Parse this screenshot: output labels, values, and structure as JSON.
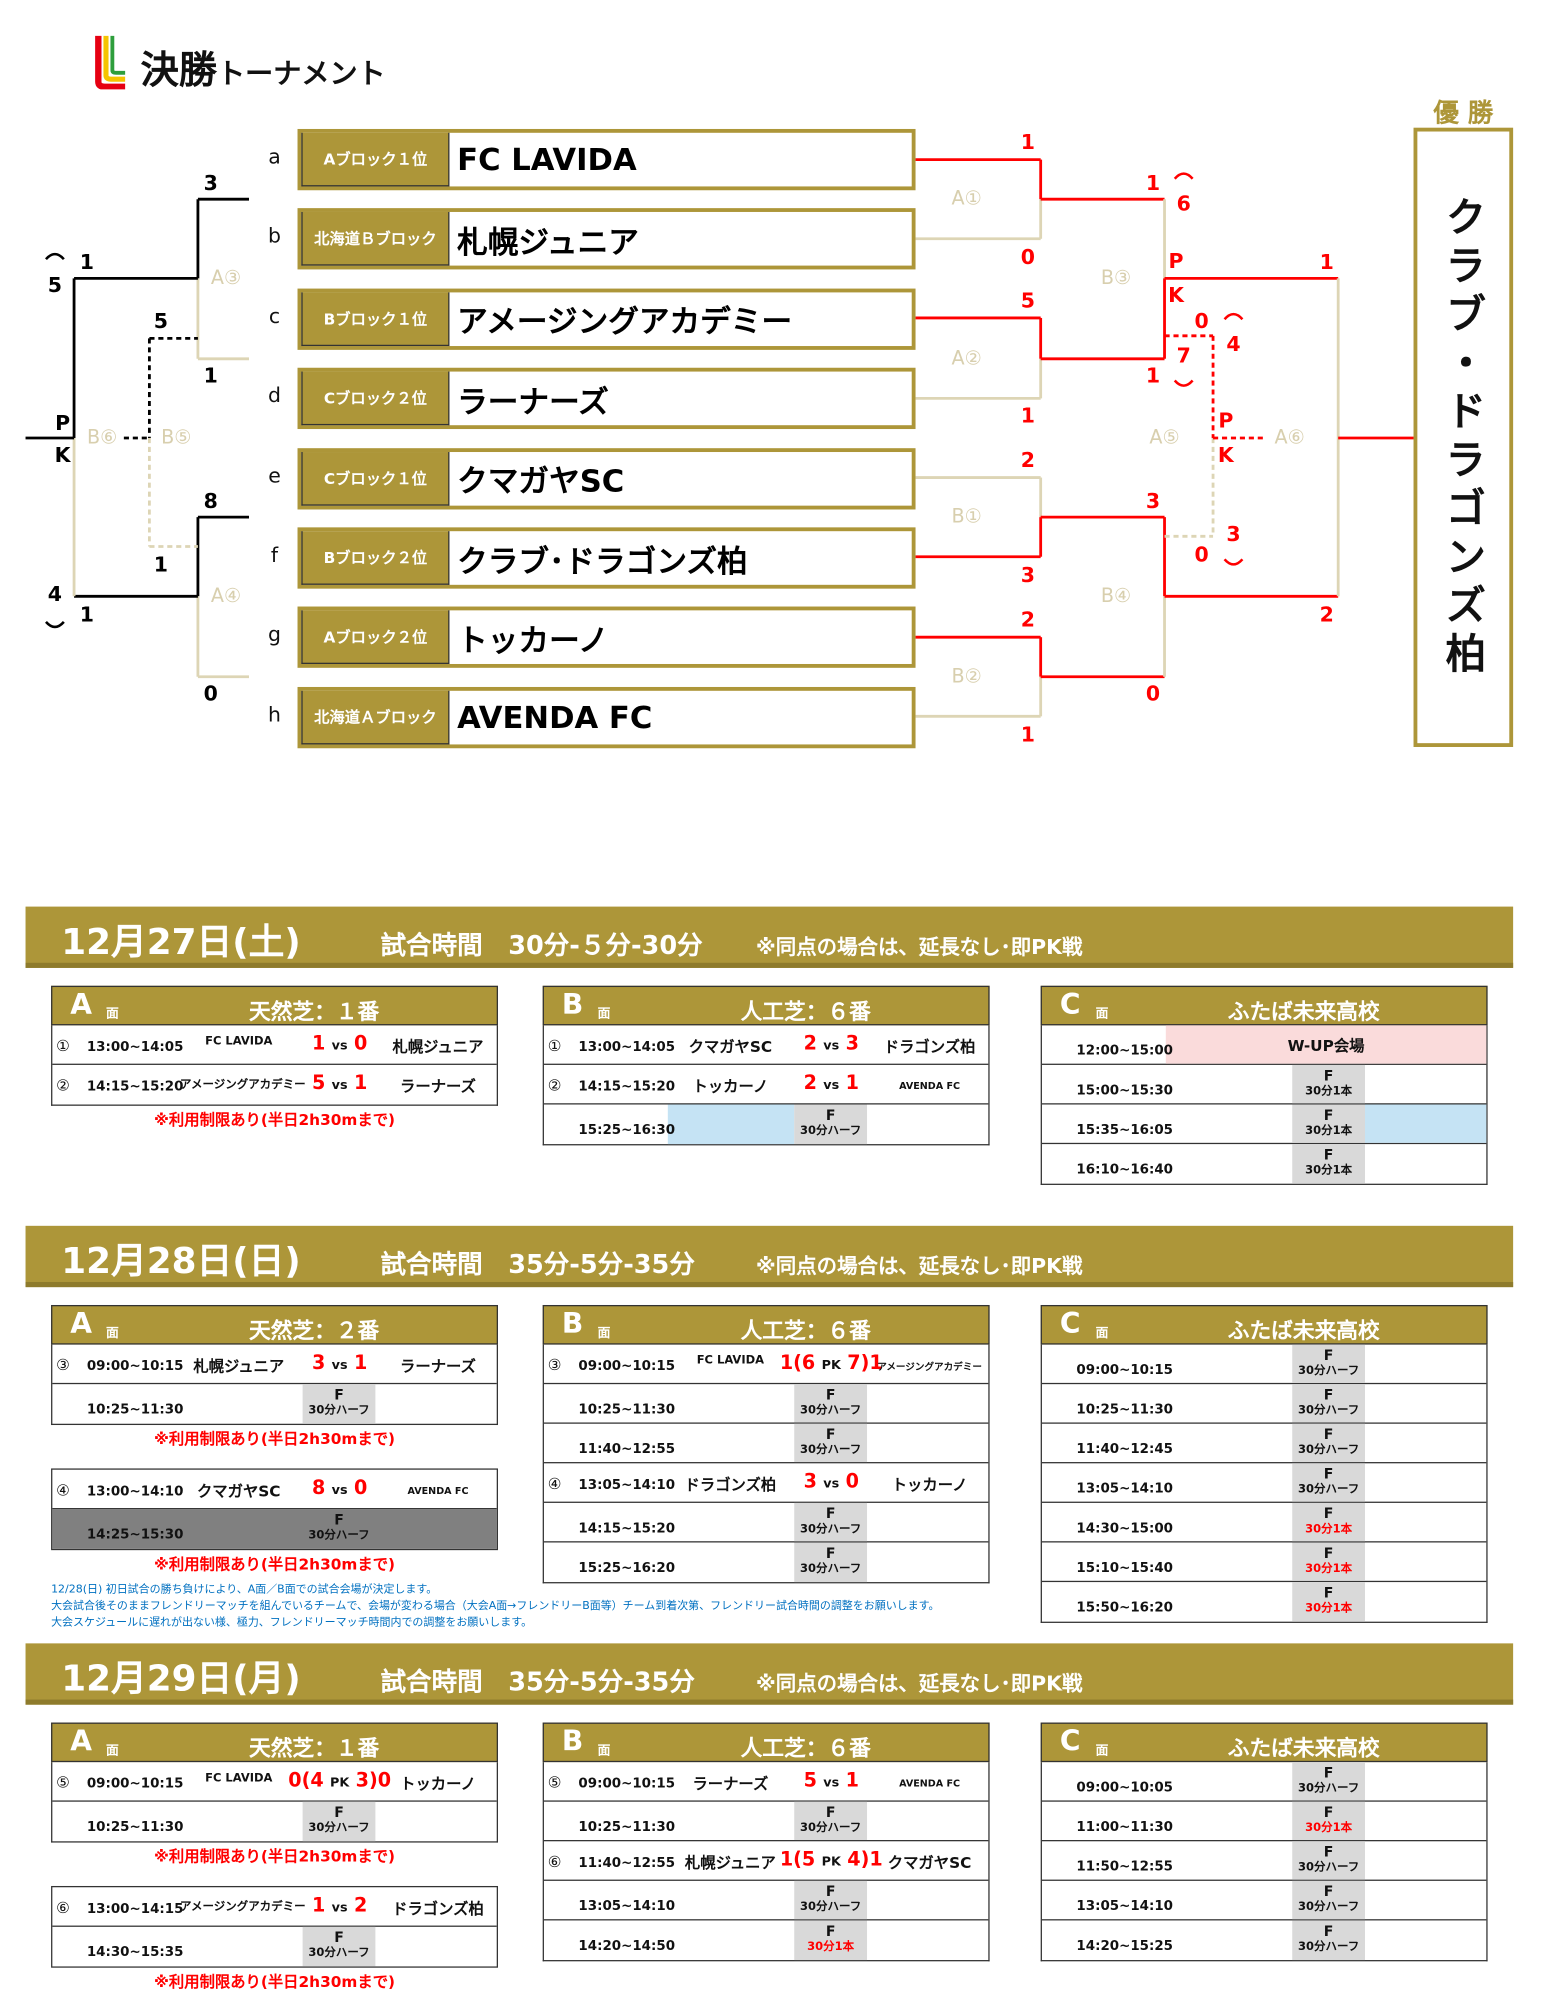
{
  "title": {
    "main": "決勝",
    "sub": "トーナメント"
  },
  "colors": {
    "gold": "#ad9639",
    "red": "#ff0000",
    "beige": "#ddd5b5",
    "blue_note": "#0070c0",
    "pink": "#fadbdb",
    "light_blue": "#c5e3f4",
    "grey": "#d9d9d9",
    "dark_grey": "#808080"
  },
  "bracket": {
    "teams": [
      {
        "letter": "a",
        "block": "Aブロック１位",
        "name": "FC LAVIDA"
      },
      {
        "letter": "b",
        "block": "北海道Ｂブロック",
        "name": "札幌ジュニア"
      },
      {
        "letter": "c",
        "block": "Bブロック１位",
        "name": "アメージングアカデミー"
      },
      {
        "letter": "d",
        "block": "Cブロック２位",
        "name": "ラーナーズ"
      },
      {
        "letter": "e",
        "block": "Cブロック１位",
        "name": "クマガヤSC"
      },
      {
        "letter": "f",
        "block": "Bブロック２位",
        "name": "クラブ･ドラゴンズ柏"
      },
      {
        "letter": "g",
        "block": "Aブロック２位",
        "name": "トッカーノ"
      },
      {
        "letter": "h",
        "block": "北海道Ａブロック",
        "name": "AVENDA FC"
      }
    ],
    "match_labels": {
      "A1": "A①",
      "A2": "A②",
      "B1": "B①",
      "B2": "B②",
      "B3": "B③",
      "B4": "B④",
      "A5": "A⑤",
      "A6": "A⑥",
      "A3": "A③",
      "A4": "A④",
      "B5": "B⑤",
      "B6": "B⑥"
    },
    "scores": {
      "A1": [
        "1",
        "0"
      ],
      "A2": [
        "5",
        "1"
      ],
      "B1": [
        "2",
        "3"
      ],
      "B2": [
        "2",
        "1"
      ],
      "B3": [
        "1",
        "1"
      ],
      "B3_pk": [
        "6",
        "7"
      ],
      "B4": [
        "3",
        "0"
      ],
      "final": [
        "1",
        "2"
      ],
      "A5": [
        "0",
        "0"
      ],
      "A5_pk": [
        "4",
        "3"
      ],
      "A3": [
        "3",
        "1"
      ],
      "A4": [
        "8",
        "0"
      ],
      "B5": [
        "5",
        "1"
      ],
      "B6": [
        "1",
        "1"
      ],
      "B6_pk": [
        "5",
        "4"
      ]
    },
    "pk_letters": [
      "P",
      "K"
    ],
    "champion_label": "優 勝",
    "champion": "クラブ・ドラゴンズ柏"
  },
  "days": [
    {
      "date": "12月27日(土)",
      "time_rule": "試合時間　30分-５分-30分",
      "tie_note": "※同点の場合は、延長なし･即PK戦",
      "tables": [
        {
          "letter": "A",
          "men": "面",
          "title": "天然芝：１番",
          "blocks": [
            {
              "rows": [
                {
                  "type": "match",
                  "no": "①",
                  "time": "13:00~14:05",
                  "home": "FC LAVIDA",
                  "s1": "1",
                  "mid": "vs",
                  "s2": "0",
                  "away": "札幌ジュニア"
                },
                {
                  "type": "match",
                  "no": "②",
                  "time": "14:15~15:20",
                  "home": "アメージングアカデミー",
                  "s1": "5",
                  "mid": "vs",
                  "s2": "1",
                  "away": "ラーナーズ"
                }
              ],
              "note": "※利用制限あり(半日2h30mまで)"
            }
          ]
        },
        {
          "letter": "B",
          "men": "面",
          "title": "人工芝：６番",
          "blocks": [
            {
              "rows": [
                {
                  "type": "match",
                  "no": "①",
                  "time": "13:00~14:05",
                  "home": "クマガヤSC",
                  "s1": "2",
                  "mid": "vs",
                  "s2": "3",
                  "away": "ドラゴンズ柏"
                },
                {
                  "type": "match",
                  "no": "②",
                  "time": "14:15~15:20",
                  "home": "トッカーノ",
                  "s1": "2",
                  "mid": "vs",
                  "s2": "1",
                  "away": "AVENDA FC"
                },
                {
                  "type": "f",
                  "time": "15:25~16:30",
                  "f": "F",
                  "len": "30分ハーフ",
                  "fill_left": "#c5e3f4"
                }
              ]
            }
          ]
        },
        {
          "letter": "C",
          "men": "面",
          "title": "ふたば未来高校",
          "blocks": [
            {
              "rows": [
                {
                  "type": "wup",
                  "time": "12:00~15:00",
                  "label": "W-UP会場"
                },
                {
                  "type": "f",
                  "time": "15:00~15:30",
                  "f": "F",
                  "len": "30分1本"
                },
                {
                  "type": "f",
                  "time": "15:35~16:05",
                  "f": "F",
                  "len": "30分1本",
                  "fill_right": "#c5e3f4"
                },
                {
                  "type": "f",
                  "time": "16:10~16:40",
                  "f": "F",
                  "len": "30分1本"
                }
              ]
            }
          ]
        }
      ]
    },
    {
      "date": "12月28日(日)",
      "time_rule": "試合時間　35分-5分-35分",
      "tie_note": "※同点の場合は、延長なし･即PK戦",
      "tables": [
        {
          "letter": "A",
          "men": "面",
          "title": "天然芝：２番",
          "blocks": [
            {
              "rows": [
                {
                  "type": "match",
                  "no": "③",
                  "time": "09:00~10:15",
                  "home": "札幌ジュニア",
                  "s1": "3",
                  "mid": "vs",
                  "s2": "1",
                  "away": "ラーナーズ"
                },
                {
                  "type": "f",
                  "time": "10:25~11:30",
                  "f": "F",
                  "len": "30分ハーフ"
                }
              ],
              "note": "※利用制限あり(半日2h30mまで)"
            },
            {
              "rows": [
                {
                  "type": "match",
                  "no": "④",
                  "time": "13:00~14:10",
                  "home": "クマガヤSC",
                  "s1": "8",
                  "mid": "vs",
                  "s2": "0",
                  "away": "AVENDA FC"
                },
                {
                  "type": "f",
                  "time": "14:25~15:30",
                  "f": "F",
                  "len": "30分ハーフ",
                  "dark": true
                }
              ],
              "note": "※利用制限あり(半日2h30mまで)"
            }
          ]
        },
        {
          "letter": "B",
          "men": "面",
          "title": "人工芝：６番",
          "blocks": [
            {
              "rows": [
                {
                  "type": "match",
                  "no": "③",
                  "time": "09:00~10:15",
                  "home": "FC LAVIDA",
                  "s1": "1(6",
                  "mid": "PK",
                  "s2": "7)1",
                  "away": "アメージングアカデミー"
                },
                {
                  "type": "f",
                  "time": "10:25~11:30",
                  "f": "F",
                  "len": "30分ハーフ"
                },
                {
                  "type": "f",
                  "time": "11:40~12:55",
                  "f": "F",
                  "len": "30分ハーフ"
                },
                {
                  "type": "match",
                  "no": "④",
                  "time": "13:05~14:10",
                  "home": "ドラゴンズ柏",
                  "s1": "3",
                  "mid": "vs",
                  "s2": "0",
                  "away": "トッカーノ"
                },
                {
                  "type": "f",
                  "time": "14:15~15:20",
                  "f": "F",
                  "len": "30分ハーフ"
                },
                {
                  "type": "f",
                  "time": "15:25~16:20",
                  "f": "F",
                  "len": "30分ハーフ"
                }
              ]
            }
          ]
        },
        {
          "letter": "C",
          "men": "面",
          "title": "ふたば未来高校",
          "blocks": [
            {
              "rows": [
                {
                  "type": "f",
                  "time": "09:00~10:15",
                  "f": "F",
                  "len": "30分ハーフ"
                },
                {
                  "type": "f",
                  "time": "10:25~11:30",
                  "f": "F",
                  "len": "30分ハーフ"
                },
                {
                  "type": "f",
                  "time": "11:40~12:45",
                  "f": "F",
                  "len": "30分ハーフ"
                },
                {
                  "type": "f",
                  "time": "13:05~14:10",
                  "f": "F",
                  "len": "30分ハーフ"
                },
                {
                  "type": "f",
                  "time": "14:30~15:00",
                  "f": "F",
                  "len": "30分1本",
                  "red": true
                },
                {
                  "type": "f",
                  "time": "15:10~15:40",
                  "f": "F",
                  "len": "30分1本",
                  "red": true
                },
                {
                  "type": "f",
                  "time": "15:50~16:20",
                  "f": "F",
                  "len": "30分1本",
                  "red": true
                }
              ]
            }
          ]
        }
      ],
      "notes": [
        "12/28(日) 初日試合の勝ち負けにより、A面／B面での試合会場が決定します。",
        "大会試合後そのままフレンドリーマッチを組んでいるチームで、会場が変わる場合（大会A面→フレンドリーB面等）チーム到着次第、フレンドリー試合時間の調整をお願いします。",
        "大会スケジュールに遅れが出ない様、極力、フレンドリーマッチ時間内での調整をお願いします。"
      ]
    },
    {
      "date": "12月29日(月)",
      "time_rule": "試合時間　35分-5分-35分",
      "tie_note": "※同点の場合は、延長なし･即PK戦",
      "tables": [
        {
          "letter": "A",
          "men": "面",
          "title": "天然芝：１番",
          "blocks": [
            {
              "rows": [
                {
                  "type": "match",
                  "no": "⑤",
                  "time": "09:00~10:15",
                  "home": "FC LAVIDA",
                  "s1": "0(4",
                  "mid": "PK",
                  "s2": "3)0",
                  "away": "トッカーノ"
                },
                {
                  "type": "f",
                  "time": "10:25~11:30",
                  "f": "F",
                  "len": "30分ハーフ"
                }
              ],
              "note": "※利用制限あり(半日2h30mまで)"
            },
            {
              "rows": [
                {
                  "type": "match",
                  "no": "⑥",
                  "time": "13:00~14:15",
                  "home": "アメージングアカデミー",
                  "s1": "1",
                  "mid": "vs",
                  "s2": "2",
                  "away": "ドラゴンズ柏"
                },
                {
                  "type": "f",
                  "time": "14:30~15:35",
                  "f": "F",
                  "len": "30分ハーフ"
                }
              ],
              "note": "※利用制限あり(半日2h30mまで)"
            }
          ]
        },
        {
          "letter": "B",
          "men": "面",
          "title": "人工芝：６番",
          "blocks": [
            {
              "rows": [
                {
                  "type": "match",
                  "no": "⑤",
                  "time": "09:00~10:15",
                  "home": "ラーナーズ",
                  "s1": "5",
                  "mid": "vs",
                  "s2": "1",
                  "away": "AVENDA FC"
                },
                {
                  "type": "f",
                  "time": "10:25~11:30",
                  "f": "F",
                  "len": "30分ハーフ"
                },
                {
                  "type": "match",
                  "no": "⑥",
                  "time": "11:40~12:55",
                  "home": "札幌ジュニア",
                  "s1": "1(5",
                  "mid": "PK",
                  "s2": "4)1",
                  "away": "クマガヤSC"
                },
                {
                  "type": "f",
                  "time": "13:05~14:10",
                  "f": "F",
                  "len": "30分ハーフ"
                },
                {
                  "type": "f",
                  "time": "14:20~14:50",
                  "f": "F",
                  "len": "30分1本",
                  "red": true
                }
              ]
            }
          ]
        },
        {
          "letter": "C",
          "men": "面",
          "title": "ふたば未来高校",
          "blocks": [
            {
              "rows": [
                {
                  "type": "f",
                  "time": "09:00~10:05",
                  "f": "F",
                  "len": "30分ハーフ"
                },
                {
                  "type": "f",
                  "time": "11:00~11:30",
                  "f": "F",
                  "len": "30分1本",
                  "red": true
                },
                {
                  "type": "f",
                  "time": "11:50~12:55",
                  "f": "F",
                  "len": "30分ハーフ"
                },
                {
                  "type": "f",
                  "time": "13:05~14:10",
                  "f": "F",
                  "len": "30分ハーフ"
                },
                {
                  "type": "f",
                  "time": "14:20~15:25",
                  "f": "F",
                  "len": "30分ハーフ"
                }
              ]
            }
          ]
        }
      ]
    }
  ]
}
